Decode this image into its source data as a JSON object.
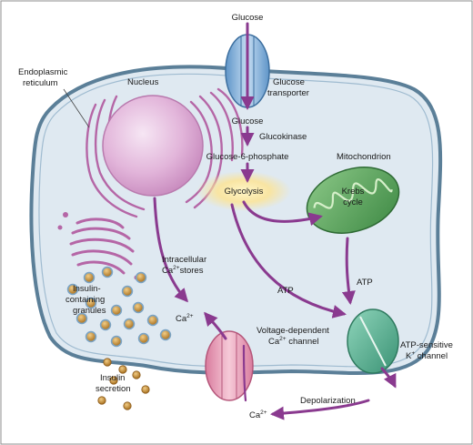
{
  "labels": {
    "glucose_top": "Glucose",
    "glucose_transporter_1": "Glucose",
    "glucose_transporter_2": "transporter",
    "glucose_inside": "Glucose",
    "glucokinase": "Glucokinase",
    "g6p": "Glucose-6-phosphate",
    "glycolysis": "Glycolysis",
    "mitochondrion": "Mitochondrion",
    "krebs_1": "Krebs",
    "krebs_2": "cycle",
    "er_1": "Endoplasmic",
    "er_2": "reticulum",
    "nucleus": "Nucleus",
    "ca_stores_1": "Intracellular",
    "ca_stores_2": "stores",
    "granules_1": "Insulin-",
    "granules_2": "containing",
    "granules_3": "granules",
    "ca_in": "Ca",
    "atp_left": "ATP",
    "atp_right": "ATP",
    "vdcc_1": "Voltage-dependent",
    "vdcc_2": "channel",
    "katp_1": "ATP-sensitive",
    "katp_2": "channel",
    "insulin_1": "Insulin",
    "insulin_2": "secretion",
    "ca_out": "Ca",
    "depolarization": "Depolarization"
  },
  "chem": {
    "ca_prefix": "Ca",
    "ca_charge": "2+",
    "k_prefix": "K",
    "k_charge": "+"
  },
  "colors": {
    "cell_fill": "#dfe9f1",
    "membrane": "#5b7f98",
    "nucleus": "#dba6d2",
    "er": "#b566a6",
    "arrow": "#8a3a8f",
    "transporter": "#8eb9e0",
    "mito": "#58a05a",
    "vdcc": "#e7a6bd",
    "katp": "#5cb598",
    "granule": "#c08a3c",
    "glow": "#f7d878"
  }
}
